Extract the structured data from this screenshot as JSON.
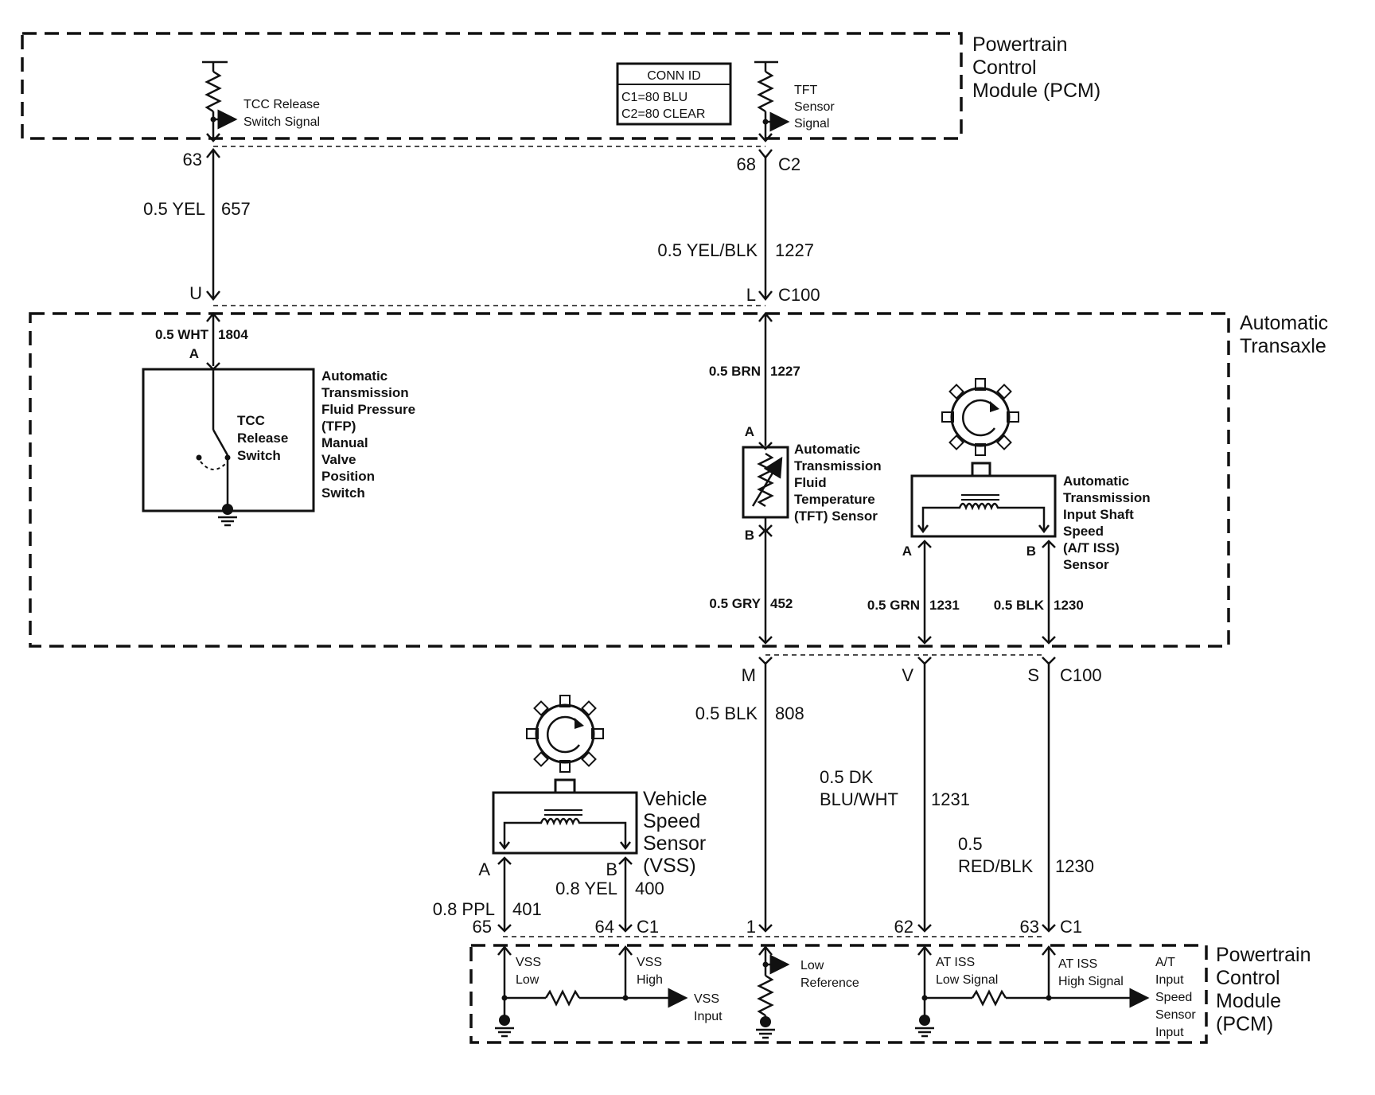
{
  "modules": {
    "pcm_top": "Powertrain\nControl\nModule (PCM)",
    "transaxle": "Automatic\nTransaxle",
    "pcm_bottom": "Powertrain\nControl\nModule\n(PCM)"
  },
  "conn_id": {
    "title": "CONN ID",
    "line1": "C1=80 BLU",
    "line2": "C2=80 CLEAR"
  },
  "pcm_top_signals": {
    "tcc_release": "TCC Release\nSwitch Signal",
    "tft_sensor": "TFT\nSensor\nSignal"
  },
  "pins": {
    "p63_top": "63",
    "p68": "68",
    "c2": "C2",
    "U": "U",
    "L": "L",
    "c100_top": "C100",
    "M": "M",
    "V": "V",
    "S": "S",
    "c100_bottom": "C100",
    "p65": "65",
    "p64": "64",
    "c1_left": "C1",
    "p1": "1",
    "p62": "62",
    "p63_bottom": "63",
    "c1_right": "C1",
    "tfp_A": "A",
    "tft_A": "A",
    "tft_B": "B",
    "iss_A": "A",
    "iss_B": "B",
    "vss_A": "A",
    "vss_B": "B"
  },
  "wires": {
    "w657": {
      "color": "0.5 YEL",
      "circuit": "657"
    },
    "w1227_top": {
      "color": "0.5 YEL/BLK",
      "circuit": "1227"
    },
    "w1804": {
      "color": "0.5 WHT",
      "circuit": "1804"
    },
    "w1227_brn": {
      "color": "0.5 BRN",
      "circuit": "1227"
    },
    "w452": {
      "color": "0.5 GRY",
      "circuit": "452"
    },
    "w1231_grn": {
      "color": "0.5 GRN",
      "circuit": "1231"
    },
    "w1230_blk": {
      "color": "0.5 BLK",
      "circuit": "1230"
    },
    "w808": {
      "color": "0.5 BLK",
      "circuit": "808"
    },
    "w1231_dk": {
      "color": "0.5 DK\nBLU/WHT",
      "circuit": "1231"
    },
    "w1230_red": {
      "color": "0.5\nRED/BLK",
      "circuit": "1230"
    },
    "w401": {
      "color": "0.8 PPL",
      "circuit": "401"
    },
    "w400": {
      "color": "0.8 YEL",
      "circuit": "400"
    }
  },
  "components": {
    "tfp_switch": "Automatic\nTransmission\nFluid Pressure\n(TFP)\nManual\nValve\nPosition\nSwitch",
    "tcc_release_switch": "TCC\nRelease\nSwitch",
    "tft_sensor": "Automatic\nTransmission\nFluid\nTemperature\n(TFT) Sensor",
    "iss_sensor": "Automatic\nTransmission\nInput Shaft\nSpeed\n(A/T ISS)\nSensor",
    "vss": "Vehicle\nSpeed\nSensor\n(VSS)"
  },
  "pcm_bottom_signals": {
    "vss_low": "VSS\nLow",
    "vss_high": "VSS\nHigh",
    "vss_input": "VSS\nInput",
    "low_reference": "Low\nReference",
    "iss_low": "AT ISS\nLow Signal",
    "iss_high": "AT ISS\nHigh Signal",
    "iss_input": "A/T\nInput\nSpeed\nSensor\nInput"
  }
}
